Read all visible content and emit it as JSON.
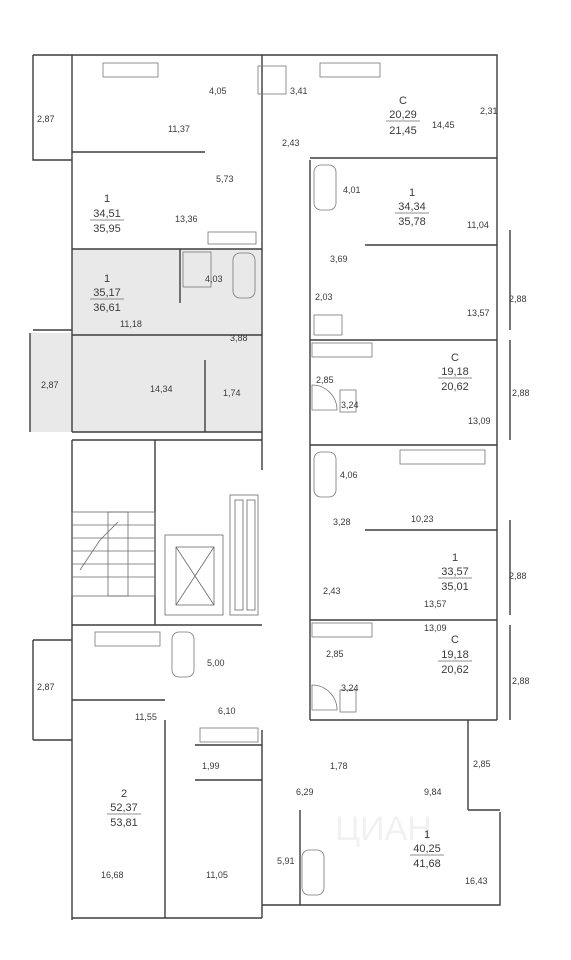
{
  "apartments": [
    {
      "id": "apt-c-top",
      "type": "С",
      "living": "20,29",
      "total": "21,45"
    },
    {
      "id": "apt-1-a",
      "type": "1",
      "living": "34,51",
      "total": "35,95"
    },
    {
      "id": "apt-1-b",
      "type": "1",
      "living": "34,34",
      "total": "35,78"
    },
    {
      "id": "apt-1-selected",
      "type": "1",
      "living": "35,17",
      "total": "36,61",
      "highlighted": true
    },
    {
      "id": "apt-c-mid",
      "type": "С",
      "living": "19,18",
      "total": "20,62"
    },
    {
      "id": "apt-1-c",
      "type": "1",
      "living": "33,57",
      "total": "35,01"
    },
    {
      "id": "apt-c-low",
      "type": "С",
      "living": "19,18",
      "total": "20,62"
    },
    {
      "id": "apt-2",
      "type": "2",
      "living": "52,37",
      "total": "53,81"
    },
    {
      "id": "apt-1-d",
      "type": "1",
      "living": "40,25",
      "total": "41,68"
    }
  ],
  "room_areas": [
    "2,87",
    "4,05",
    "3,41",
    "2,43",
    "14,45",
    "2,31",
    "11,37",
    "5,73",
    "4,01",
    "13,36",
    "11,04",
    "3,69",
    "4,03",
    "2,03",
    "2,88",
    "11,18",
    "3,88",
    "13,57",
    "2,85",
    "2,87",
    "14,34",
    "1,74",
    "3,24",
    "2,88",
    "13,09",
    "4,06",
    "3,28",
    "10,23",
    "2,88",
    "2,43",
    "13,57",
    "13,09",
    "5,00",
    "2,85",
    "2,87",
    "2,88",
    "3,24",
    "11,55",
    "6,10",
    "1,78",
    "1,99",
    "2,85",
    "6,29",
    "9,84",
    "16,68",
    "11,05",
    "5,91",
    "16,43"
  ],
  "colors": {
    "wall": "#3d3d3d",
    "highlight": "#e9e9e9",
    "text": "#3a3a3a",
    "background": "#ffffff"
  },
  "watermark": "ЦИАН"
}
